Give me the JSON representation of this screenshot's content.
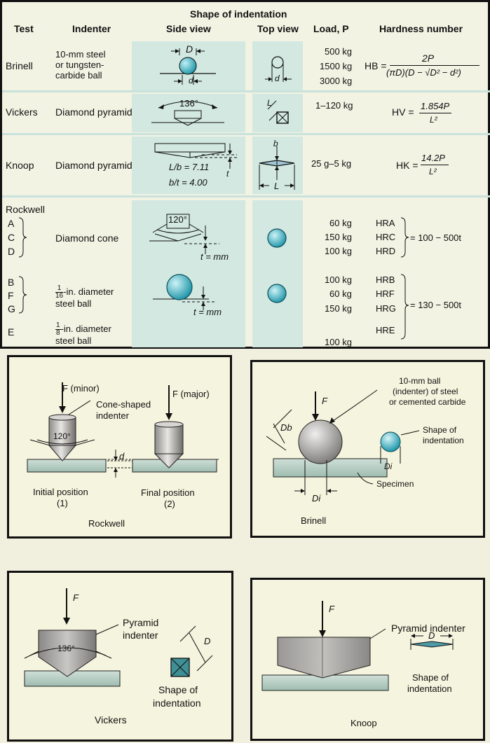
{
  "table": {
    "headers": {
      "test": "Test",
      "indenter": "Indenter",
      "shape_group": "Shape of indentation",
      "side_view": "Side view",
      "top_view": "Top view",
      "load": "Load, P",
      "hardness": "Hardness number"
    },
    "brinell": {
      "test": "Brinell",
      "indenter_lines": [
        "10-mm steel",
        "or tungsten-",
        "carbide ball"
      ],
      "side_D": "D",
      "side_d": "d",
      "top_d": "d",
      "loads": [
        "500 kg",
        "1500 kg",
        "3000 kg"
      ],
      "formula_lhs": "HB =",
      "formula_num": "2P",
      "formula_den": "(πD)(D − √D² − d²)"
    },
    "vickers": {
      "test": "Vickers",
      "indenter": "Diamond pyramid",
      "side_angle": "136°",
      "top_L": "L",
      "load": "1–120 kg",
      "formula_lhs": "HV =",
      "formula_num": "1.854P",
      "formula_den": "L²"
    },
    "knoop": {
      "test": "Knoop",
      "indenter": "Diamond pyramid",
      "ratio_1": "L/b = 7.11",
      "ratio_2": "b/t = 4.00",
      "side_t": "t",
      "top_b": "b",
      "top_L": "L",
      "load": "25 g–5 kg",
      "formula_lhs": "HK =",
      "formula_num": "14.2P",
      "formula_den": "L²"
    },
    "rockwell": {
      "test": "Rockwell",
      "scales_cone": [
        "A",
        "C",
        "D"
      ],
      "cone_indenter": "Diamond cone",
      "cone_angle": "120°",
      "cone_t": "t = mm",
      "cone_loads": [
        "60 kg",
        "150 kg",
        "100 kg"
      ],
      "cone_hr": [
        "HRA",
        "HRC",
        "HRD"
      ],
      "cone_formula": "= 100 − 500t",
      "scales_ball": [
        "B",
        "F",
        "G"
      ],
      "ball_frac_num": "1",
      "ball_frac_den": "16",
      "ball_indenter_1": "-in. diameter",
      "ball_indenter_2": "steel ball",
      "ball_t": "t = mm",
      "ball_loads": [
        "100 kg",
        "60 kg",
        "150 kg"
      ],
      "ball_hr": [
        "HRB",
        "HRF",
        "HRG"
      ],
      "ball_formula": "= 130 − 500t",
      "scale_e": "E",
      "e_frac_num": "1",
      "e_frac_den": "8",
      "e_indenter_1": "-in. diameter",
      "e_indenter_2": "steel ball",
      "e_load": "100 kg",
      "e_hr": "HRE"
    }
  },
  "panels": {
    "rockwell": {
      "f_minor": "F (minor)",
      "f_major": "F (major)",
      "cone_label_1": "Cone-shaped",
      "cone_label_2": "indenter",
      "angle": "120°",
      "d": "d",
      "initial_1": "Initial position",
      "initial_2": "(1)",
      "final_1": "Final position",
      "final_2": "(2)",
      "caption": "Rockwell"
    },
    "brinell": {
      "f": "F",
      "ball_1": "10-mm ball",
      "ball_2": "(indenter) of steel",
      "ball_3": "or cemented carbide",
      "shape_1": "Shape of",
      "shape_2": "indentation",
      "db": "Db",
      "di": "Di",
      "di2": "Di",
      "specimen": "Specimen",
      "caption": "Brinell"
    },
    "vickers": {
      "f": "F",
      "label_1": "Pyramid",
      "label_2": "indenter",
      "angle": "136°",
      "d": "D",
      "shape_1": "Shape of",
      "shape_2": "indentation",
      "caption": "Vickers"
    },
    "knoop": {
      "f": "F",
      "label": "Pyramid indenter",
      "d": "D",
      "shape_1": "Shape of",
      "shape_2": "indentation",
      "caption": "Knoop"
    }
  }
}
